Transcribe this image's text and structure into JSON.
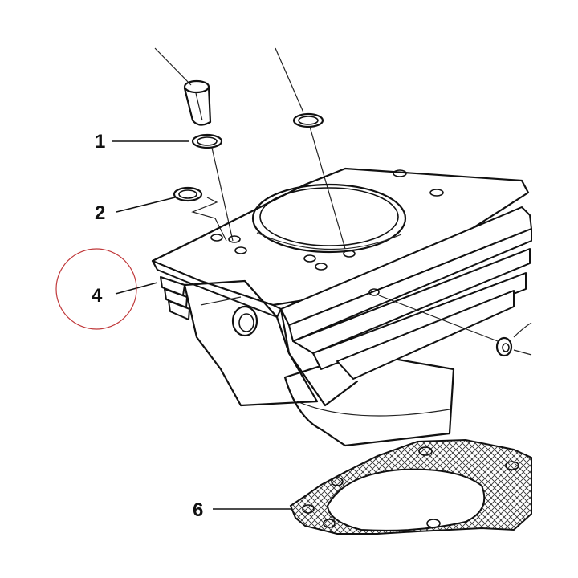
{
  "diagram": {
    "callouts": [
      {
        "id": "1",
        "label": "1"
      },
      {
        "id": "2",
        "label": "2"
      },
      {
        "id": "4",
        "label": "4"
      },
      {
        "id": "6",
        "label": "6"
      }
    ],
    "colors": {
      "line": "#111111",
      "highlight_circle": "#c0393b",
      "background": "#ffffff"
    }
  }
}
